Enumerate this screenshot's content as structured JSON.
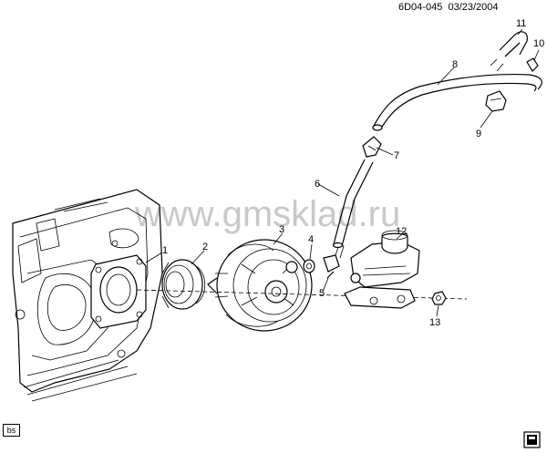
{
  "header": {
    "drawing_code": "6D04-045",
    "date": "03/23/2004"
  },
  "watermark": "www.gmsklad.ru",
  "footer": {
    "badge": "bs"
  },
  "callouts": [
    "1",
    "2",
    "3",
    "4",
    "5",
    "6",
    "7",
    "8",
    "9",
    "10",
    "11",
    "12",
    "13"
  ]
}
